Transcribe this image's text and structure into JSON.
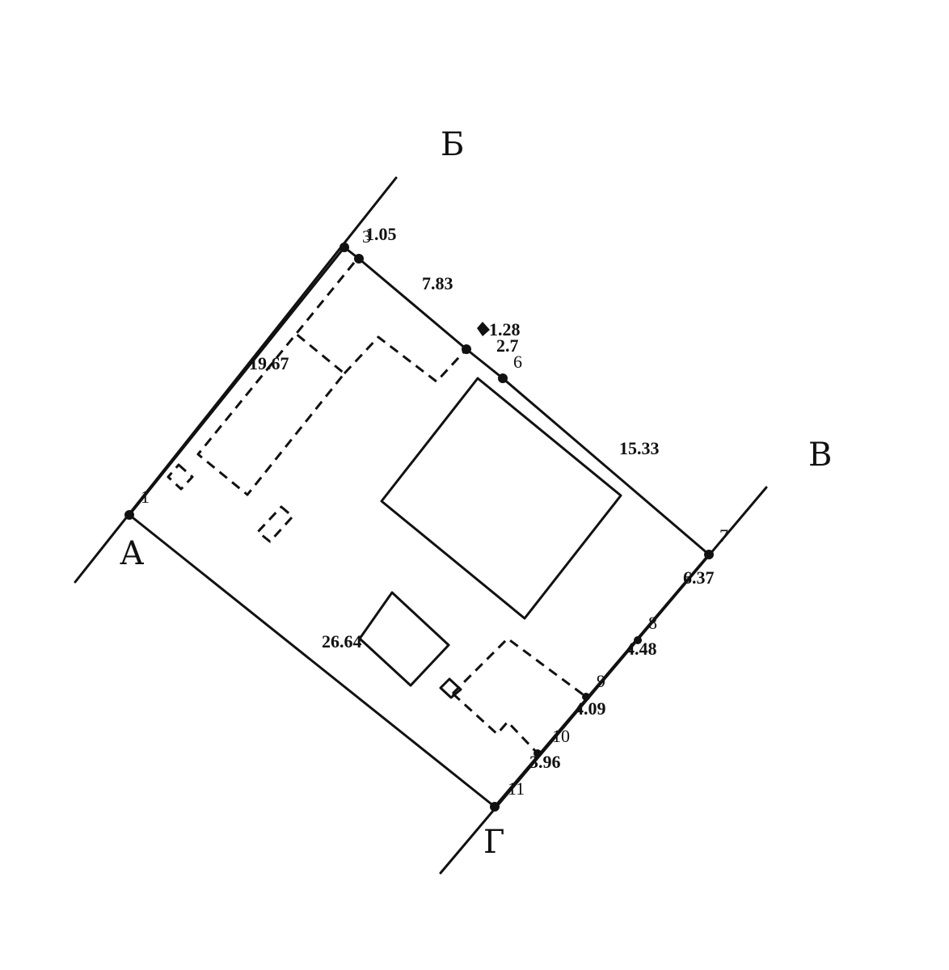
{
  "corners": {
    "a": "А",
    "b": "Б",
    "v": "В",
    "g": "Г"
  },
  "points": {
    "p1": "1",
    "p3": "3",
    "p6": "6",
    "p7": "7",
    "p8": "8",
    "p9": "9",
    "p10": "10",
    "p11": "11"
  },
  "measures": {
    "m_1_05": "1.05",
    "m_7_83": "7.83",
    "m_19_67": "19.67",
    "m_1_28": "1.28",
    "m_2_7": "2.7",
    "m_15_33": "15.33",
    "m_6_37": "6.37",
    "m_4_48": "4.48",
    "m_4_09": "4.09",
    "m_3_96": "3.96",
    "m_26_64": "26.64"
  }
}
